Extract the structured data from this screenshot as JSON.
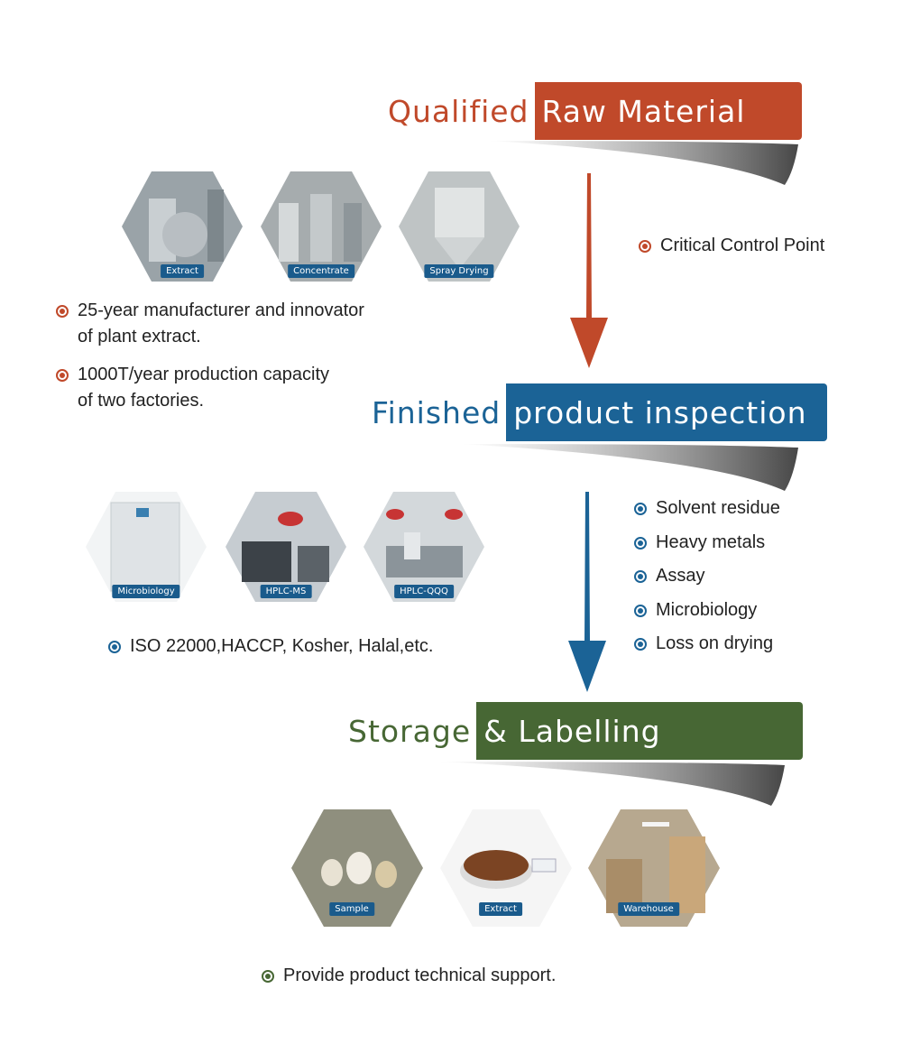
{
  "colors": {
    "orange": "#c0492a",
    "blue": "#1b6396",
    "green": "#476734",
    "text": "#222222"
  },
  "sections": {
    "raw": {
      "word": "Qualified",
      "box": "Raw Material"
    },
    "finished": {
      "word": "Finished",
      "box": "product inspection"
    },
    "storage": {
      "word": "Storage",
      "box": "& Labelling"
    }
  },
  "photos": {
    "row1": [
      "Extract",
      "Concentrate",
      "Spray Drying"
    ],
    "row2": [
      "Microbiology",
      "HPLC-MS",
      "HPLC-QQQ"
    ],
    "row3": [
      "Sample",
      "Extract",
      "Warehouse"
    ]
  },
  "bullets": {
    "ccp": "Critical Control Point",
    "b1_l1": "25-year manufacturer and innovator",
    "b1_l2": "of plant extract.",
    "b2_l1": "1000T/year production capacity",
    "b2_l2": "of two factories.",
    "tests": [
      "Solvent residue",
      "Heavy metals",
      "Assay",
      "Microbiology",
      "Loss on drying"
    ],
    "iso": "ISO 22000,HACCP,  Kosher, Halal,etc.",
    "support": "Provide product technical support."
  }
}
